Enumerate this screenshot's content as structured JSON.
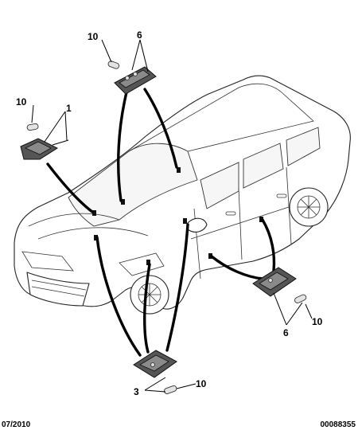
{
  "callouts": {
    "a10": "10",
    "a6": "6",
    "b10": "10",
    "b1": "1",
    "c6": "6",
    "c10": "10",
    "d3": "3",
    "d10": "10"
  },
  "footer": {
    "date_code": "07/2010",
    "doc_number": "00088355"
  }
}
